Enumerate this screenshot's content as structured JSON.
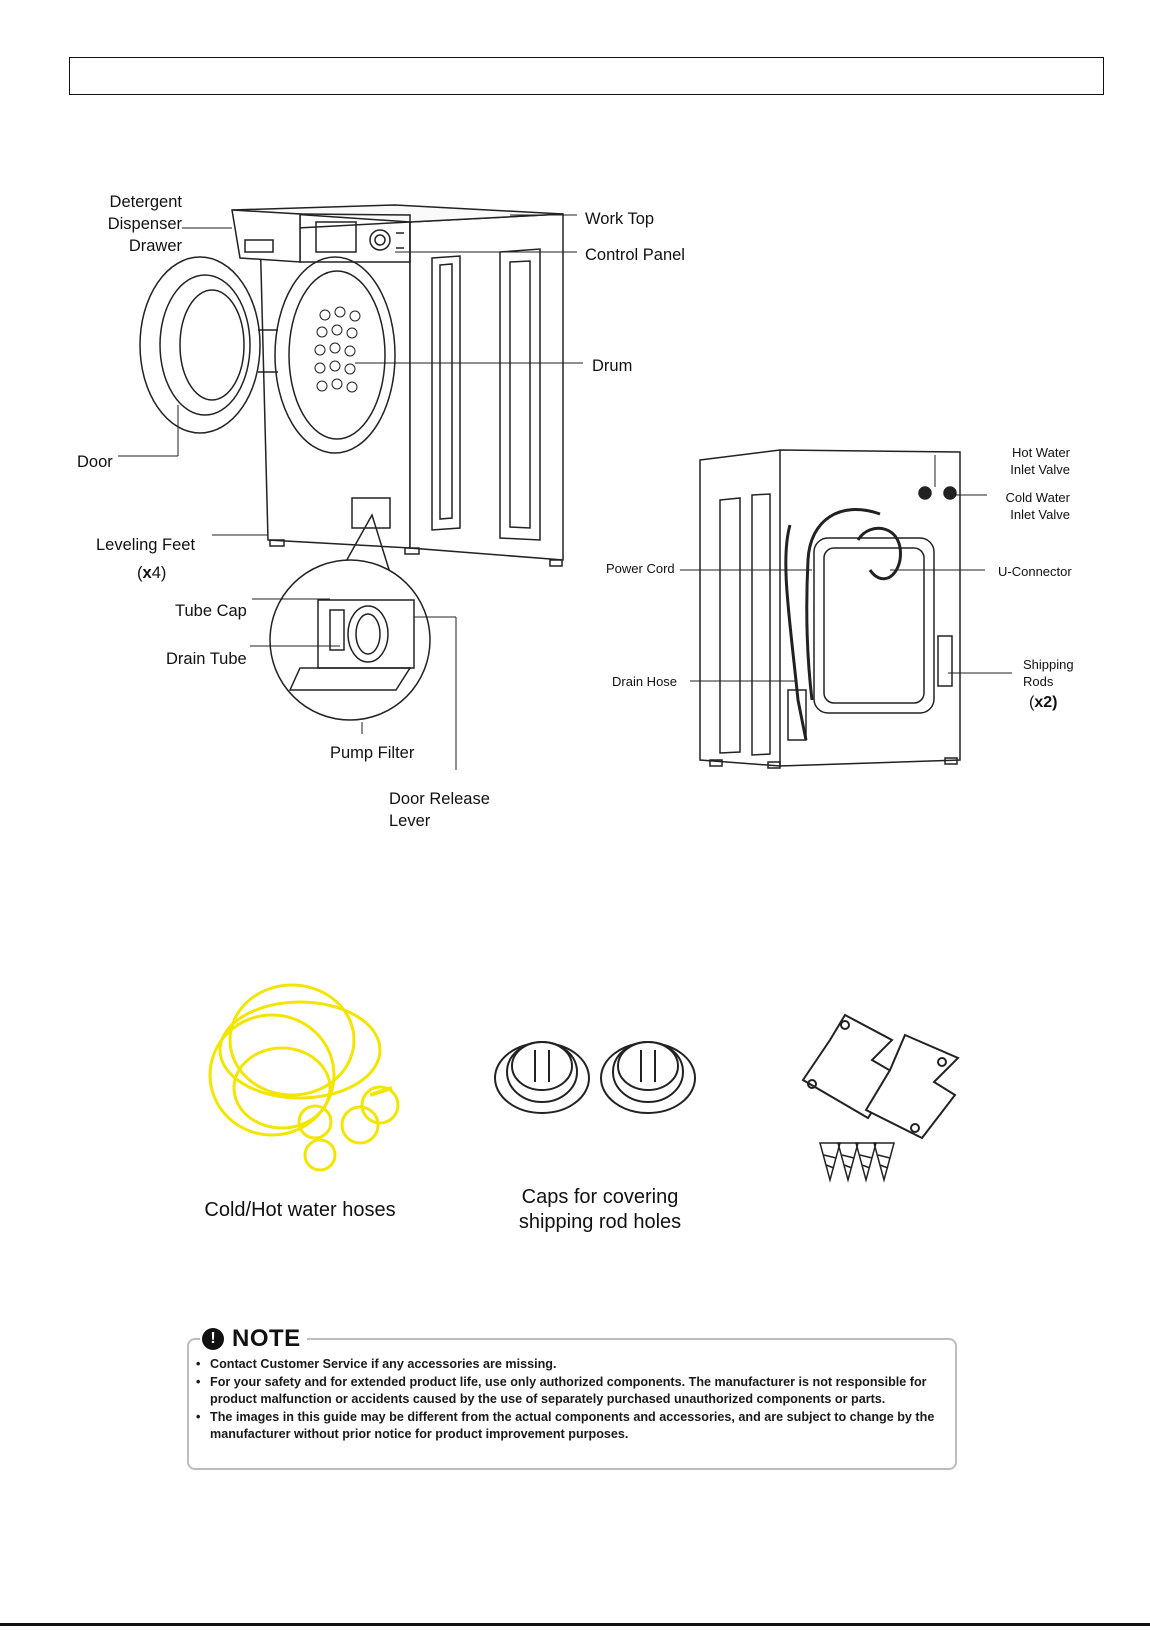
{
  "front_labels": {
    "detergent": [
      "Detergent",
      "Dispenser",
      "Drawer"
    ],
    "work_top": "Work Top",
    "control_panel": "Control Panel",
    "drum": "Drum",
    "door": "Door",
    "leveling_feet": "Leveling Feet",
    "leveling_feet_count_prefix": "(",
    "leveling_feet_count_x": "x",
    "leveling_feet_count_suffix": "4)",
    "tube_cap": "Tube Cap",
    "drain_tube": "Drain Tube",
    "pump_filter": "Pump Filter",
    "door_release": [
      "Door Release",
      "Lever"
    ]
  },
  "rear_labels": {
    "hot_valve": [
      "Hot Water",
      "Inlet  Valve"
    ],
    "cold_valve": [
      "Cold Water",
      "Inlet  Valve"
    ],
    "power_cord": "Power Cord",
    "u_connector": "U-Connector",
    "drain_hose": "Drain Hose",
    "shipping_rods": [
      "Shipping",
      "Rods"
    ],
    "shipping_rods_count_prefix": "(",
    "shipping_rods_count_bold": "x2)"
  },
  "accessories": {
    "hoses_caption": "Cold/Hot water hoses",
    "caps_caption": [
      "Caps for covering",
      "shipping rod holes"
    ]
  },
  "note": {
    "icon": "exclamation-circle-icon",
    "title": "NOTE",
    "items": [
      "Contact Customer Service if any accessories are missing.",
      "For your safety and for extended product life, use only authorized components. The manufacturer is not responsible for product malfunction or accidents caused by the use of separately purchased unauthorized components or parts.",
      "The images in this guide may be different from the actual components and accessories, and are subject to change by the manufacturer without prior notice for product improvement purposes."
    ]
  },
  "colors": {
    "hose": "#f2e600",
    "line": "#222222",
    "note_border": "#bdbdbd"
  }
}
